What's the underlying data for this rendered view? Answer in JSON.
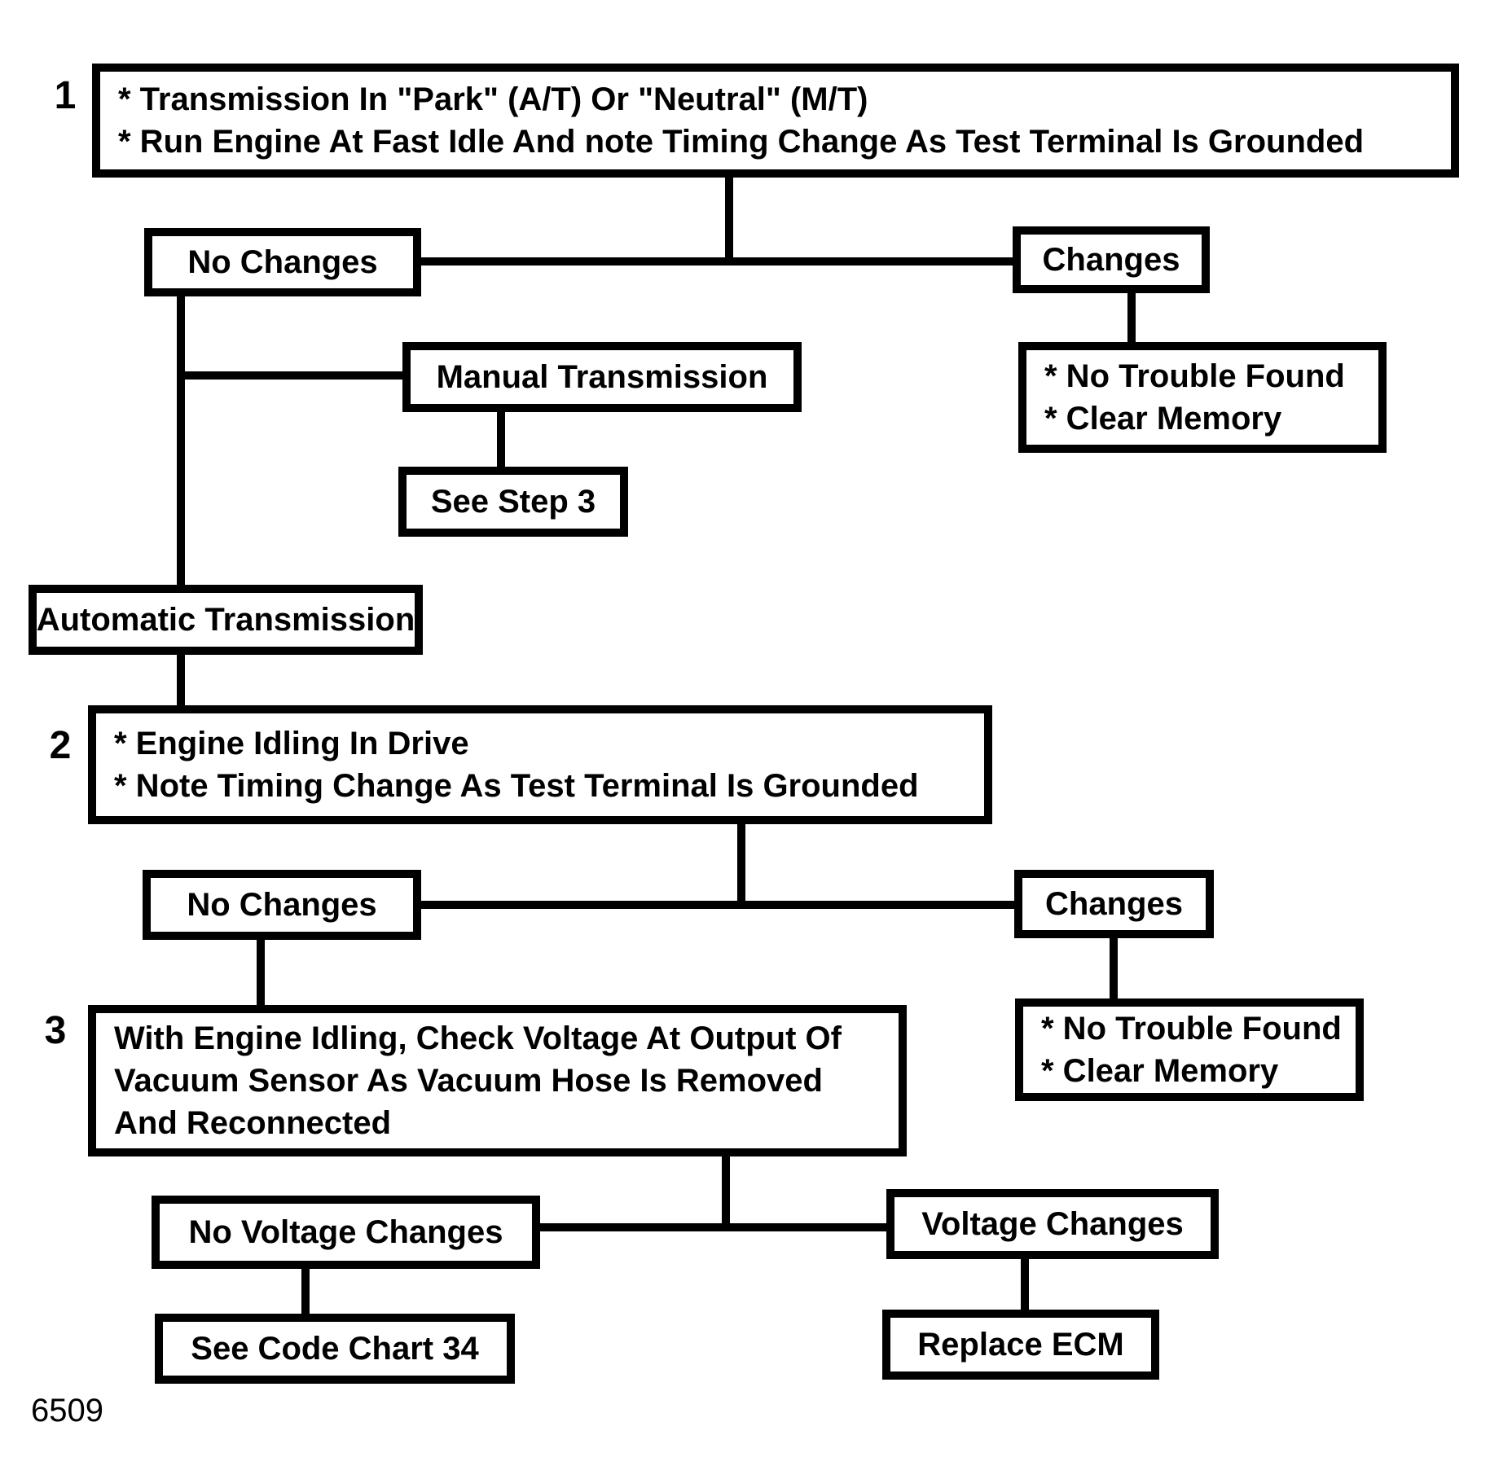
{
  "figure_number": "6509",
  "diagram": {
    "step1": {
      "number": "1",
      "lines": [
        "* Transmission In \"Park\" (A/T) Or \"Neutral\" (M/T)",
        "* Run Engine At Fast Idle And note Timing Change As Test Terminal Is Grounded"
      ]
    },
    "no_changes_1": {
      "label": "No Changes"
    },
    "changes_1": {
      "label": "Changes"
    },
    "manual_transmission": {
      "label": "Manual Transmission"
    },
    "see_step_3": {
      "label": "See Step 3"
    },
    "no_trouble_1": {
      "lines": [
        "* No Trouble Found",
        "* Clear Memory"
      ]
    },
    "automatic_transmission": {
      "label": "Automatic Transmission"
    },
    "step2": {
      "number": "2",
      "lines": [
        "* Engine Idling In Drive",
        "* Note Timing Change As Test Terminal Is Grounded"
      ]
    },
    "no_changes_2": {
      "label": "No Changes"
    },
    "changes_2": {
      "label": "Changes"
    },
    "step3": {
      "number": "3",
      "lines": [
        "With Engine Idling, Check Voltage At Output Of",
        "Vacuum Sensor As Vacuum Hose Is Removed",
        "And Reconnected"
      ]
    },
    "no_trouble_2": {
      "lines": [
        "* No Trouble Found",
        "* Clear Memory"
      ]
    },
    "no_voltage_changes": {
      "label": "No Voltage Changes"
    },
    "voltage_changes": {
      "label": "Voltage Changes"
    },
    "see_code_chart_34": {
      "label": "See Code Chart 34"
    },
    "replace_ecm": {
      "label": "Replace ECM"
    }
  },
  "colors": {
    "line": "#000000",
    "background": "#ffffff",
    "text": "#000000"
  }
}
